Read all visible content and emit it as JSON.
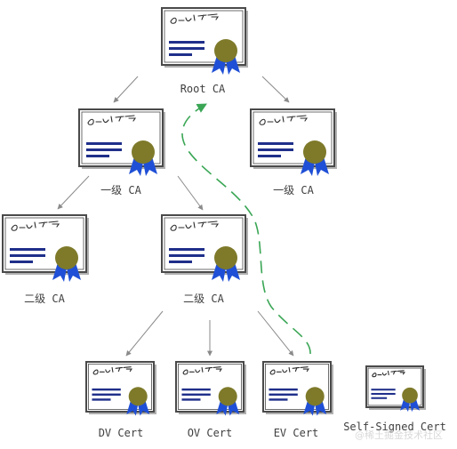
{
  "diagram": {
    "nodes": [
      {
        "id": "root",
        "label": "Root CA"
      },
      {
        "id": "ica_left",
        "label": "一级 CA"
      },
      {
        "id": "ica_right",
        "label": "一级 CA"
      },
      {
        "id": "sub_left",
        "label": "二级 CA"
      },
      {
        "id": "sub_mid",
        "label": "二级 CA"
      },
      {
        "id": "dv",
        "label": "DV Cert"
      },
      {
        "id": "ov",
        "label": "OV Cert"
      },
      {
        "id": "ev",
        "label": "EV Cert"
      },
      {
        "id": "self",
        "label": "Self-Signed Cert"
      }
    ],
    "edges": [
      {
        "from": "root",
        "to": "ica_left"
      },
      {
        "from": "root",
        "to": "ica_right"
      },
      {
        "from": "ica_left",
        "to": "sub_left"
      },
      {
        "from": "ica_left",
        "to": "sub_mid"
      },
      {
        "from": "sub_mid",
        "to": "dv"
      },
      {
        "from": "sub_mid",
        "to": "ov"
      },
      {
        "from": "sub_mid",
        "to": "ev"
      }
    ],
    "trust_path": {
      "from": "ev",
      "to": "root",
      "style": "dashed",
      "color": "#3aa655"
    }
  },
  "watermark": "@稀土掘金技术社区",
  "colors": {
    "cert_border": "#4a4a4a",
    "cert_lines": "#1f2f8a",
    "seal": "#7e7a2a",
    "ribbon": "#1f4fd6",
    "edge": "#8a8a8a",
    "trust_path": "#3aa655"
  }
}
